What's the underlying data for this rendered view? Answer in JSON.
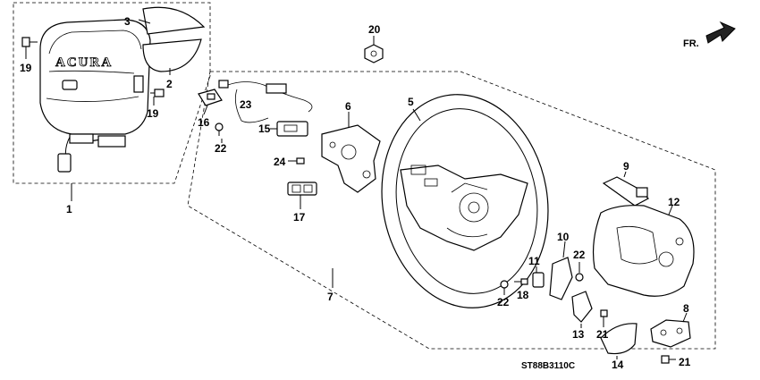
{
  "diagram_code": "ST88B3110C",
  "direction_label": "FR.",
  "airbag_brand": "ACURA",
  "callouts": {
    "c1": "1",
    "c2": "2",
    "c3": "3",
    "c5": "5",
    "c6": "6",
    "c7": "7",
    "c8": "8",
    "c9": "9",
    "c10": "10",
    "c11": "11",
    "c12": "12",
    "c13": "13",
    "c14": "14",
    "c15": "15",
    "c16": "16",
    "c17": "17",
    "c18": "18",
    "c19a": "19",
    "c19b": "19",
    "c20": "20",
    "c21a": "21",
    "c21b": "21",
    "c22a": "22",
    "c22b": "22",
    "c22c": "22",
    "c23": "23",
    "c24": "24"
  }
}
